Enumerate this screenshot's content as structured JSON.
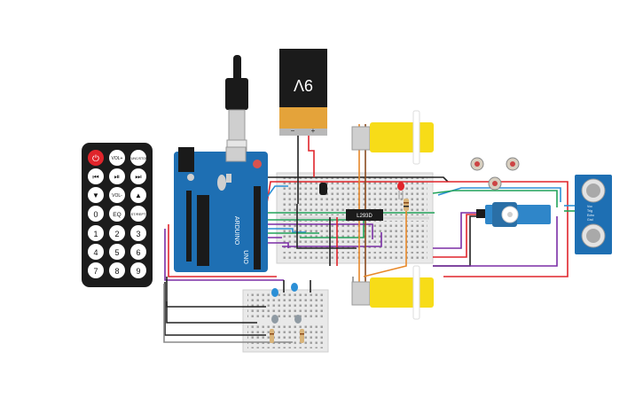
{
  "battery": {
    "label": "9V",
    "minus": "−",
    "plus": "+"
  },
  "ic": {
    "label": "L293D"
  },
  "arduino": {
    "brand": "ARDUINO",
    "model": "UNO"
  },
  "remote": {
    "top_row": [
      "⏻",
      "VOL+",
      "FUNC/STOP"
    ],
    "nav_row": [
      "⏮",
      "⏯",
      "⏭"
    ],
    "mid_row": [
      "▼",
      "VOL-",
      "▲"
    ],
    "zero_row": [
      "0",
      "EQ",
      "ST/REPT"
    ],
    "digits": [
      "1",
      "2",
      "3",
      "4",
      "5",
      "6",
      "7",
      "8",
      "9"
    ]
  },
  "ultrasonic": {
    "pins": [
      "Vcc",
      "Trig",
      "Echo",
      "Gnd"
    ]
  },
  "colors": {
    "wire_red": "#e0252b",
    "wire_black": "#222222",
    "wire_blue": "#2b8fd6",
    "wire_green": "#22a35a",
    "wire_purple": "#7b2fa6",
    "wire_orange": "#e8892a",
    "wire_brown": "#8a4b1e",
    "wire_gray": "#8a8a8a",
    "arduino_blue": "#1e6fb3",
    "motor_yellow": "#f7dc18",
    "servo_blue": "#2f86c9",
    "battery_gold": "#e4a33a"
  }
}
